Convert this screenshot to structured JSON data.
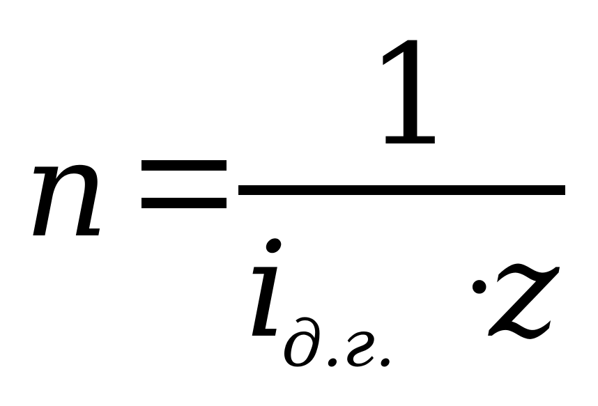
{
  "formula": {
    "lhs": "n",
    "numerator": "1",
    "denominator": {
      "variable": "i",
      "subscript": "д.г.",
      "operator": "·",
      "multiplier": "z"
    }
  }
}
